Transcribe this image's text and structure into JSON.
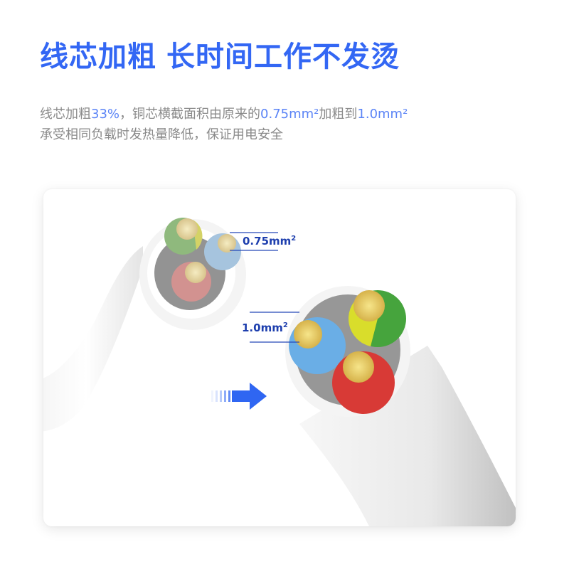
{
  "title": {
    "part1": "线芯加粗",
    "part2": "长时间工作不发烫"
  },
  "description": {
    "line1": [
      {
        "text": "线芯加粗",
        "highlight": false
      },
      {
        "text": "33%",
        "highlight": true
      },
      {
        "text": "，铜芯横截面积由原来的",
        "highlight": false
      },
      {
        "text": "0.75mm²",
        "highlight": true
      },
      {
        "text": "加粗到",
        "highlight": false
      },
      {
        "text": "1.0mm²",
        "highlight": true
      }
    ],
    "line2": "承受相同负载时发热量降低，保证用电安全"
  },
  "illustration": {
    "old_cable_label": "0.75mm",
    "old_cable_label_sup": "2",
    "new_cable_label": "1.0mm",
    "new_cable_label_sup": "2",
    "arrow_icon": "right-arrow-icon"
  },
  "colors": {
    "title_blue": "#3367f4",
    "highlight_blue": "#5b84f6",
    "body_gray": "#8a8a8a",
    "label_blue": "#1e3fae",
    "arrow_blue": "#2f66f2",
    "wire_blue": "#6aaee6",
    "wire_red": "#d83a36",
    "wire_green": "#3fa63a",
    "wire_yellow": "#d8dc2e",
    "copper": "#e8c95a"
  }
}
